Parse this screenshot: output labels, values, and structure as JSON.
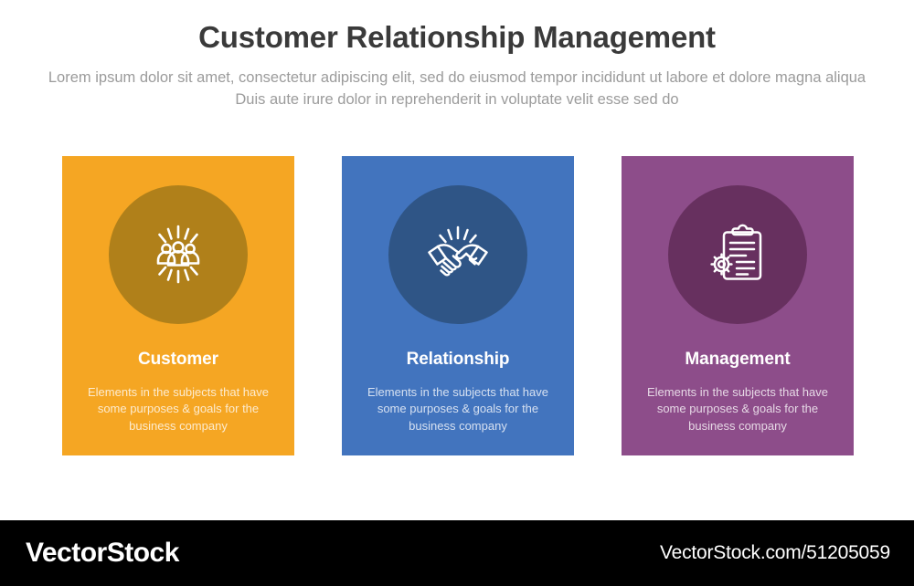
{
  "header": {
    "title": "Customer Relationship Management",
    "subtitle": "Lorem ipsum dolor sit amet, consectetur adipiscing elit, sed do eiusmod tempor incididunt ut labore et dolore magna aliqua Duis aute irure dolor in reprehenderit in voluptate velit esse sed do"
  },
  "cards": [
    {
      "title": "Customer",
      "description": "Elements in the subjects that have  some purposes & goals for the  business company",
      "icon": "people-group-icon",
      "bg_color": "#F5A623",
      "circle_color": "#B0801A",
      "icon_color": "#FFFFFF"
    },
    {
      "title": "Relationship",
      "description": "Elements in the subjects that have  some purposes & goals for the  business company",
      "icon": "handshake-icon",
      "bg_color": "#4274BE",
      "circle_color": "#2F5586",
      "icon_color": "#FFFFFF"
    },
    {
      "title": "Management",
      "description": "Elements in the subjects that have  some purposes & goals for the  business company",
      "icon": "clipboard-gear-icon",
      "bg_color": "#8D4D8A",
      "circle_color": "#67305F",
      "icon_color": "#FFFFFF"
    }
  ],
  "footer": {
    "brand": "VectorStock",
    "url": "VectorStock.com/51205059",
    "bg_color": "#000000",
    "text_color": "#FFFFFF"
  },
  "colors": {
    "page_background": "#FFFFFF",
    "title_color": "#3A3A3A",
    "subtitle_color": "#9B9B9B"
  }
}
